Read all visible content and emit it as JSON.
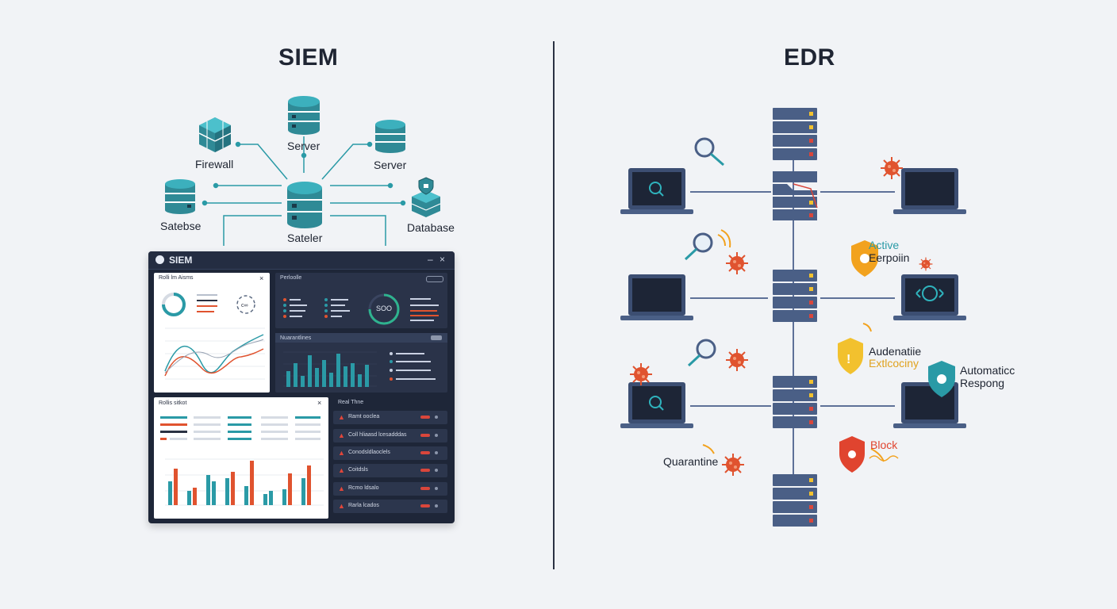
{
  "colors": {
    "teal": "#2a9aa6",
    "navy": "#4a5f86",
    "red": "#e0532f",
    "orange": "#f2a21e",
    "dark": "#1e2638"
  },
  "siem": {
    "title": "SIEM",
    "nodes": [
      {
        "label": "Server",
        "icon": "database-icon"
      },
      {
        "label": "Firewall",
        "icon": "firewall-cube-icon"
      },
      {
        "label": "Server",
        "icon": "database-icon"
      },
      {
        "label": "Satebse",
        "icon": "database-icon"
      },
      {
        "label": "Sateler",
        "icon": "central-database-icon"
      },
      {
        "label": "Database",
        "icon": "database-shield-icon"
      }
    ],
    "dashboard": {
      "title": "SIEM",
      "minimize": "–",
      "close": "×",
      "panel1": {
        "title": "Rolli lm Aisms",
        "close": "×"
      },
      "panel2": {
        "title": "Perloolle"
      },
      "gauge_value": "SOO",
      "panel3": {
        "title": "Nuarantlines"
      },
      "panel4": {
        "title": "Rollis sitkot",
        "close": "×"
      },
      "panel5": {
        "title": "Real Thne"
      },
      "alerts": [
        "Ramt ooclea",
        "Coll hliaasd lcesadddas",
        "Conodsldlaoclels",
        "Coitdsls",
        "Rcmo ldsalo",
        "Rarla lcados"
      ]
    }
  },
  "edr": {
    "title": "EDR",
    "labels": {
      "active": "Active",
      "endpoint": "Eerpoiin",
      "automation": "Audenatiie",
      "exploit": "Extlcociny",
      "automatic": "Automaticc",
      "response": "Respong",
      "block": "Block",
      "quarantine": "Quarantine"
    }
  }
}
